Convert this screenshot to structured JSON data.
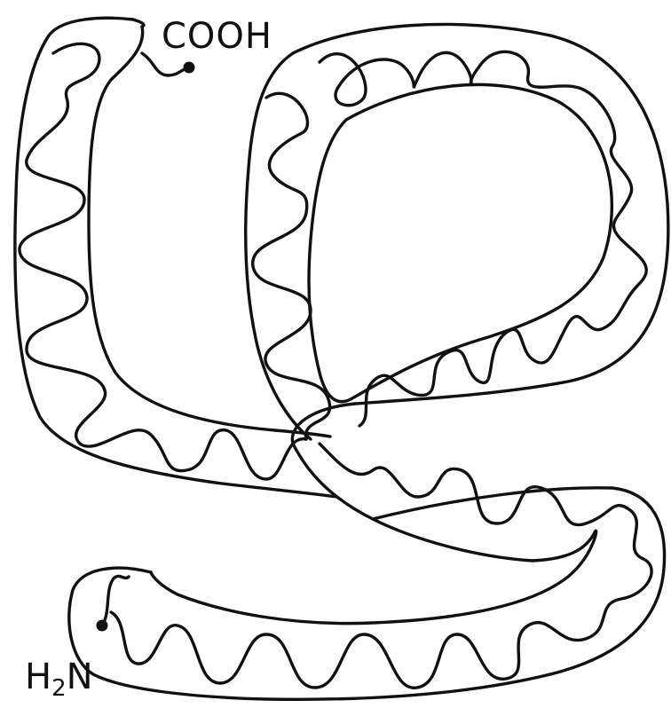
{
  "diagram": {
    "labels": {
      "c_terminus": "COOH",
      "n_terminus_prefix": "H",
      "n_terminus_subscript": "2",
      "n_terminus_suffix": "N"
    },
    "colors": {
      "ink": "#111111",
      "background": "#ffffff"
    }
  }
}
